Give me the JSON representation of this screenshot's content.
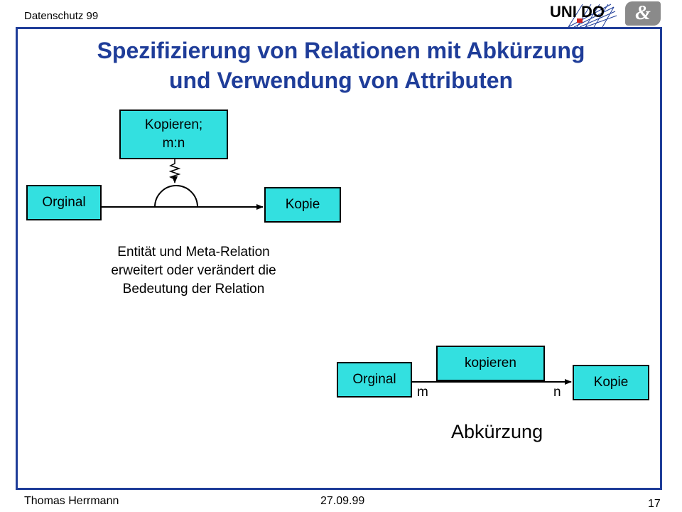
{
  "header": {
    "left_text": "Datenschutz 99",
    "logo_text": "UNI DO",
    "logo2_text": "&"
  },
  "slide": {
    "title_line1": "Spezifizierung von Relationen mit Abkürzung",
    "title_line2": "und Verwendung von Attributen"
  },
  "diagram_top": {
    "meta_box_line1": "Kopieren;",
    "meta_box_line2": "m:n",
    "left_box": "Orginal",
    "right_box": "Kopie",
    "description_line1": "Entität und Meta-Relation",
    "description_line2": "erweitert oder verändert die",
    "description_line3": "Bedeutung der Relation"
  },
  "diagram_bottom": {
    "left_box": "Orginal",
    "relation_box": "kopieren",
    "right_box": "Kopie",
    "left_cardinality": "m",
    "right_cardinality": "n",
    "caption": "Abkürzung"
  },
  "footer": {
    "author": "Thomas Herrmann",
    "date": "27.09.99",
    "page": "17"
  },
  "colors": {
    "accent": "#1f3d99",
    "box_fill": "#33e0e0"
  }
}
